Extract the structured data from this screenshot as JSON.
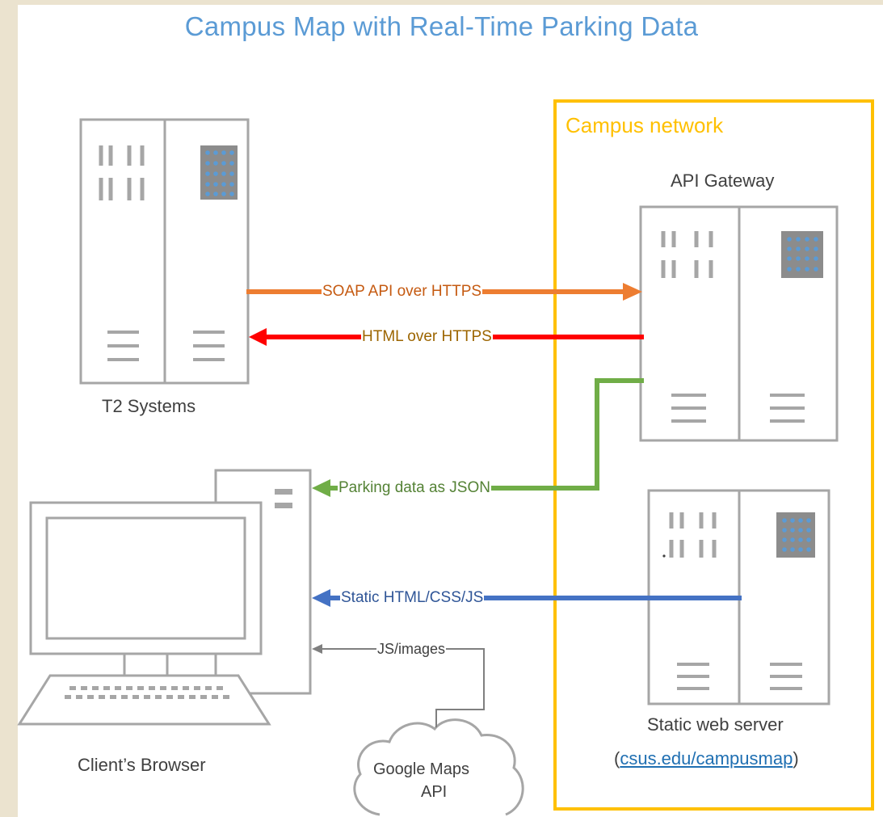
{
  "title": "Campus Map with Real-Time Parking Data",
  "network": {
    "label": "Campus network",
    "border_color": "#ffc000"
  },
  "nodes": {
    "t2": {
      "label": "T2 Systems"
    },
    "gateway": {
      "label": "API Gateway"
    },
    "webserver": {
      "label": "Static web server",
      "url_prefix": "(",
      "url": "csus.edu/campusmap",
      "url_suffix": ")"
    },
    "client": {
      "label": "Client’s Browser"
    },
    "google": {
      "line1": "Google Maps",
      "line2": "API"
    }
  },
  "connections": [
    {
      "id": "soap",
      "label": "SOAP API over HTTPS",
      "color": "#ed7d31",
      "text_color": "#c55a11"
    },
    {
      "id": "html",
      "label": "HTML over HTTPS",
      "color": "#ff0000",
      "text_color": "#9c6500"
    },
    {
      "id": "parking",
      "label": "Parking data as JSON",
      "color": "#70ad47",
      "text_color": "#548235"
    },
    {
      "id": "static",
      "label": "Static HTML/CSS/JS",
      "color": "#4472c4",
      "text_color": "#2f5597"
    },
    {
      "id": "js",
      "label": "JS/images",
      "color": "#7f7f7f",
      "text_color": "#404040"
    }
  ]
}
